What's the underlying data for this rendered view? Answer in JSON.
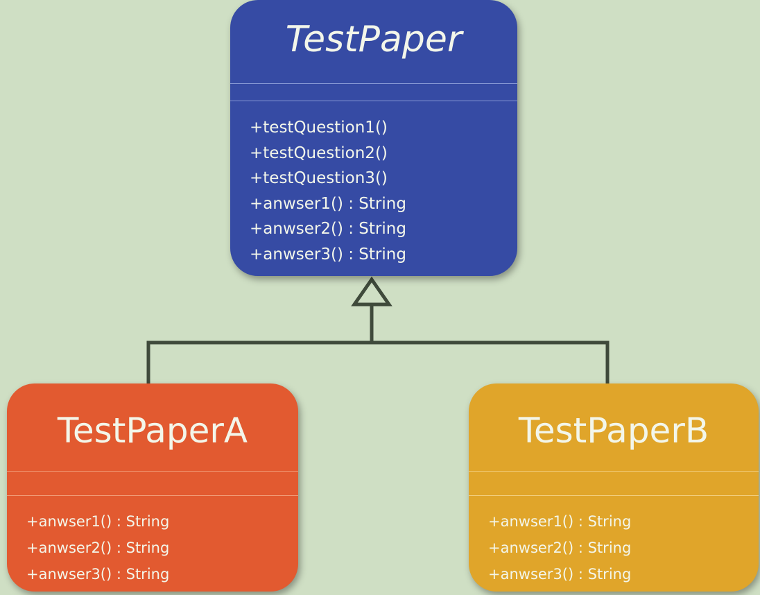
{
  "diagram": {
    "classes": {
      "base": {
        "name": "TestPaper",
        "operations": [
          "+testQuestion1()",
          "+testQuestion2()",
          "+testQuestion3()",
          "+anwser1() : String",
          "+anwser2() : String",
          "+anwser3() : String"
        ],
        "color": "#364ba4"
      },
      "a": {
        "name": "TestPaperA",
        "operations": [
          "+anwser1() : String",
          "+anwser2() : String",
          "+anwser3() : String"
        ],
        "color": "#e25a30"
      },
      "b": {
        "name": "TestPaperB",
        "operations": [
          "+anwser1() : String",
          "+anwser2() : String",
          "+anwser3() : String"
        ],
        "color": "#e0a52a"
      }
    },
    "relations": [
      {
        "type": "generalization",
        "from": "TestPaperA",
        "to": "TestPaper"
      },
      {
        "type": "generalization",
        "from": "TestPaperB",
        "to": "TestPaper"
      }
    ],
    "background_color": "#cfdfc4",
    "connector_color": "#3f4a3b"
  }
}
